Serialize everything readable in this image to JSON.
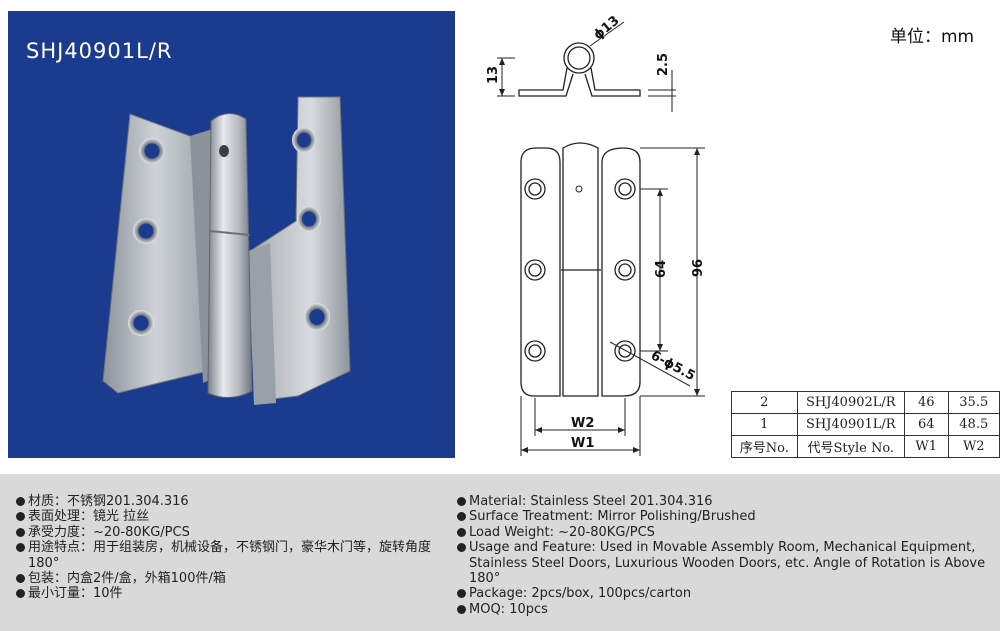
{
  "header": {
    "model": "SHJ40901L/R"
  },
  "unit_label": "单位：mm",
  "drawing": {
    "dim_diameter": "ϕ13",
    "dim_height": "13",
    "dim_thickness": "2.5",
    "dim_64": "64",
    "dim_96": "96",
    "dim_holes": "6-ϕ5.5",
    "dim_w1": "W1",
    "dim_w2": "W2"
  },
  "spec_table": {
    "rows": [
      {
        "no": "2",
        "style": "SHJ40902L/R",
        "w1": "46",
        "w2": "35.5"
      },
      {
        "no": "1",
        "style": "SHJ40901L/R",
        "w1": "64",
        "w2": "48.5"
      }
    ],
    "header": {
      "no": "序号No.",
      "style": "代号Style No.",
      "w1": "W1",
      "w2": "W2"
    }
  },
  "info_zh": [
    "材质：不锈钢201.304.316",
    "表面处理：镜光 拉丝",
    "承受力度：~20-80KG/PCS",
    "用途特点：用于组装房，机械设备，不锈钢门，豪华木门等，旋转角度180°",
    "包装：内盒2件/盒，外箱100件/箱",
    "最小订量：10件"
  ],
  "info_en": [
    "Material: Stainless Steel 201.304.316",
    "Surface Treatment: Mirror Polishing/Brushed",
    "Load Weight: ~20-80KG/PCS",
    "Usage and Feature: Used in Movable Assembly Room, Mechanical Equipment, Stainless Steel Doors, Luxurious Wooden Doors, etc. Angle of Rotation is Above 180°",
    "Package: 2pcs/box, 100pcs/carton",
    "MOQ: 10pcs"
  ]
}
